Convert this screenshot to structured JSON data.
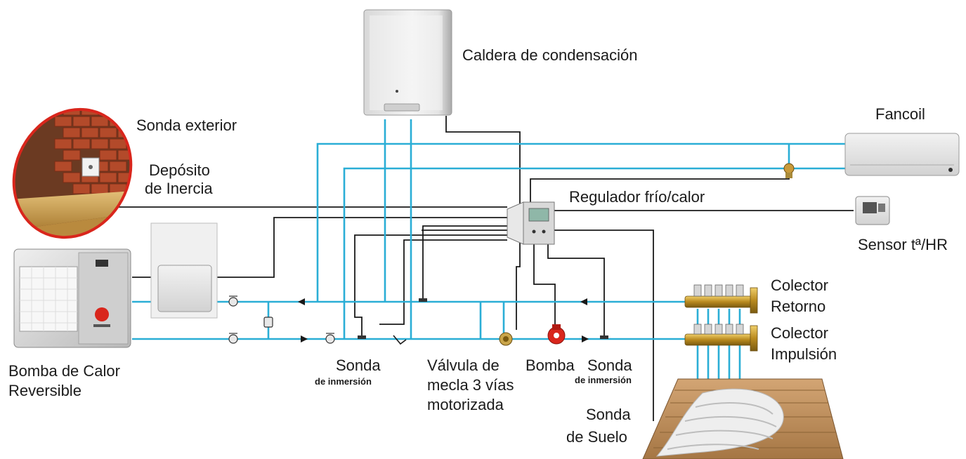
{
  "colors": {
    "pipe": "#2aaed6",
    "wire": "#1a1a1a",
    "brand_red": "#d9261c",
    "wood": "#c9a054",
    "brick": "#b34a2a"
  },
  "labels": {
    "caldera": "Caldera de condensación",
    "fancoil": "Fancoil",
    "sonda_exterior": "Sonda exterior",
    "deposito_line1": "Depósito",
    "deposito_line2": "de Inercia",
    "regulador": "Regulador frío/calor",
    "sensor": "Sensor tª/HR",
    "colector_retorno_line1": "Colector",
    "colector_retorno_line2": "Retorno",
    "colector_impulsion_line1": "Colector",
    "colector_impulsion_line2": "Impulsión",
    "bomba_calor_line1": "Bomba de Calor",
    "bomba_calor_line2": "Reversible",
    "sonda_inmersion_1_line1": "Sonda",
    "sonda_inmersion_1_line2": "de inmersión",
    "valvula_line1": "Válvula de",
    "valvula_line2": "mecla 3 vías",
    "valvula_line3": "motorizada",
    "bomba": "Bomba",
    "sonda_inmersion_2_line1": "Sonda",
    "sonda_inmersion_2_line2": "de inmersión",
    "sonda_suelo_line1": "Sonda",
    "sonda_suelo_line2": "de Suelo"
  },
  "icons": [
    "boiler-icon",
    "fancoil-icon",
    "outdoor-probe-icon",
    "buffer-tank-icon",
    "controller-icon",
    "humidity-sensor-icon",
    "heat-pump-icon",
    "manifold-icon",
    "underfloor-heating-icon",
    "pump-icon",
    "three-way-valve-icon"
  ]
}
